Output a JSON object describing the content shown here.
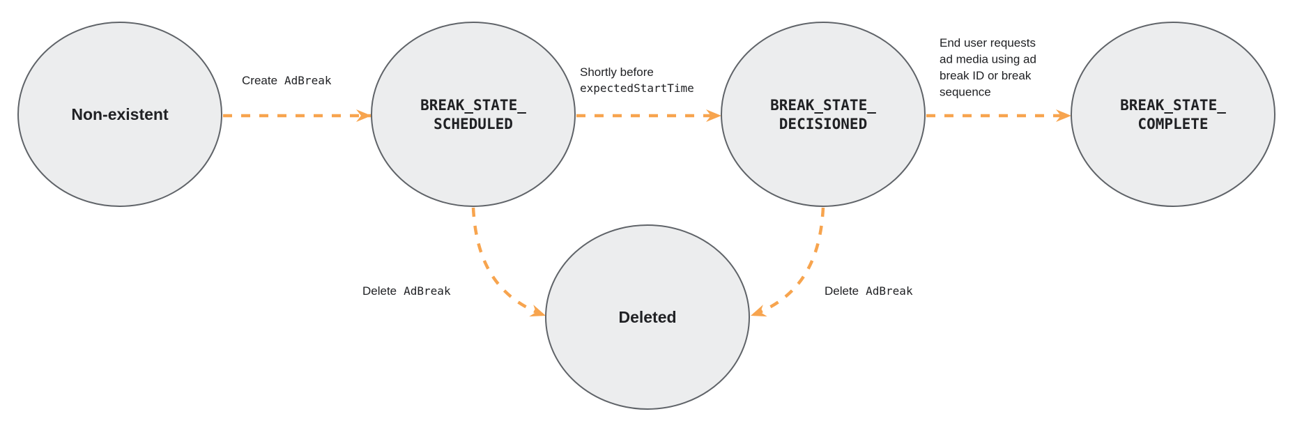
{
  "colors": {
    "arrow": "#F7A44E",
    "node_fill": "#ECEDEE",
    "node_stroke": "#5F6368",
    "text": "#202124"
  },
  "states": [
    {
      "name": "Non-existent",
      "lines": [
        "Non-existent"
      ]
    },
    {
      "name": "BREAK_STATE_SCHEDULED",
      "lines": [
        "BREAK_STATE_",
        "SCHEDULED"
      ]
    },
    {
      "name": "BREAK_STATE_DECISIONED",
      "lines": [
        "BREAK_STATE_",
        "DECISIONED"
      ]
    },
    {
      "name": "BREAK_STATE_COMPLETE",
      "lines": [
        "BREAK_STATE_",
        "COMPLETE"
      ]
    },
    {
      "name": "Deleted",
      "lines": [
        "Deleted"
      ]
    }
  ],
  "transitions": [
    {
      "from": "Non-existent",
      "to": "BREAK_STATE_SCHEDULED",
      "label": "Create AdBreak",
      "label_sans": "Create",
      "label_code": "AdBreak"
    },
    {
      "from": "BREAK_STATE_SCHEDULED",
      "to": "BREAK_STATE_DECISIONED",
      "label": "Shortly before expectedStartTime",
      "label_sans": "Shortly before",
      "label_code": "expectedStartTime"
    },
    {
      "from": "BREAK_STATE_DECISIONED",
      "to": "BREAK_STATE_COMPLETE",
      "label": "End user requests ad media using ad break ID or break sequence",
      "label_lines": [
        "End user requests",
        "ad media using ad",
        "break ID or break",
        "sequence"
      ]
    },
    {
      "from": "BREAK_STATE_SCHEDULED",
      "to": "Deleted",
      "label": "Delete AdBreak",
      "label_sans": "Delete",
      "label_code": "AdBreak"
    },
    {
      "from": "BREAK_STATE_DECISIONED",
      "to": "Deleted",
      "label": "Delete AdBreak",
      "label_sans": "Delete",
      "label_code": "AdBreak"
    }
  ]
}
